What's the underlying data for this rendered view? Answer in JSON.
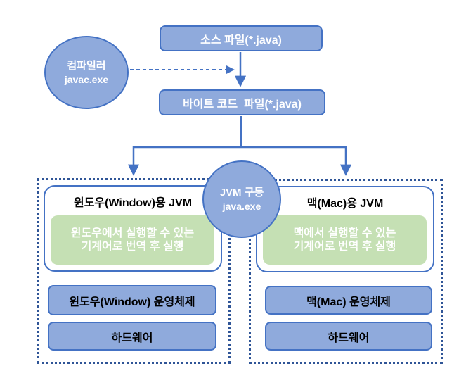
{
  "diagram": {
    "flow": {
      "source_box_label": "소스 파일(*.java)",
      "compiler_circle_line1": "컴파일러",
      "compiler_circle_line2": "javac.exe",
      "bytecode_box_label": "바이트 코드  파일(*.java)",
      "jvm_circle_line1": "JVM 구동",
      "jvm_circle_line2": "java.exe"
    },
    "platforms": [
      {
        "jvm_title": "윈도우(Window)용 JVM",
        "note_line1": "윈도우에서 실행할 수 있는",
        "note_line2": "기계어로 번역 후 실행",
        "os_label": "윈도우(Window) 운영체제",
        "hardware_label": "하드웨어"
      },
      {
        "jvm_title": "맥(Mac)용 JVM",
        "note_line1": "맥에서 실행할 수 있는",
        "note_line2": "기계어로 번역 후 실행",
        "os_label": "맥(Mac) 운영체제",
        "hardware_label": "하드웨어"
      }
    ],
    "colors": {
      "box_fill": "#8FAADC",
      "box_border": "#4472C4",
      "green_fill": "#C5E0B4",
      "dashed_border": "#2F5597",
      "arrow": "#4472C4",
      "white_text": "#FFFFFF",
      "black_text": "#000000"
    }
  }
}
